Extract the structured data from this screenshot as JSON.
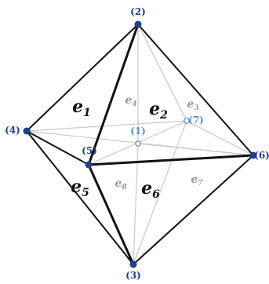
{
  "diagram": {
    "colors": {
      "edge_bold": "#111111",
      "edge_hidden": "#c9c9c9",
      "vertex_front": "#1f3f8f",
      "vertex_hidden": "#4f86c8",
      "label_front": "#1f3f8f",
      "label_hidden": "#5b8fd0",
      "element_front": "#111111",
      "element_hidden": "#9a9a9a"
    },
    "vertices": [
      {
        "id": "v1",
        "label": "(1)",
        "visible": false
      },
      {
        "id": "v2",
        "label": "(2)",
        "visible": true
      },
      {
        "id": "v3",
        "label": "(3)",
        "visible": true
      },
      {
        "id": "v4",
        "label": "(4)",
        "visible": true
      },
      {
        "id": "v5",
        "label": "(5)",
        "visible": true
      },
      {
        "id": "v6",
        "label": "(6)",
        "visible": true
      },
      {
        "id": "v7",
        "label": "(7)",
        "visible": false
      }
    ],
    "elements": [
      {
        "id": "e1",
        "base": "e",
        "sub": "1",
        "visible": true
      },
      {
        "id": "e2",
        "base": "e",
        "sub": "2",
        "visible": true
      },
      {
        "id": "e3",
        "base": "e",
        "sub": "3",
        "visible": false
      },
      {
        "id": "e4",
        "base": "e",
        "sub": "4",
        "visible": false
      },
      {
        "id": "e5",
        "base": "e",
        "sub": "5",
        "visible": true
      },
      {
        "id": "e6",
        "base": "e",
        "sub": "6",
        "visible": true
      },
      {
        "id": "e7",
        "base": "e",
        "sub": "7",
        "visible": false
      },
      {
        "id": "e8",
        "base": "e",
        "sub": "8",
        "visible": false
      }
    ]
  }
}
